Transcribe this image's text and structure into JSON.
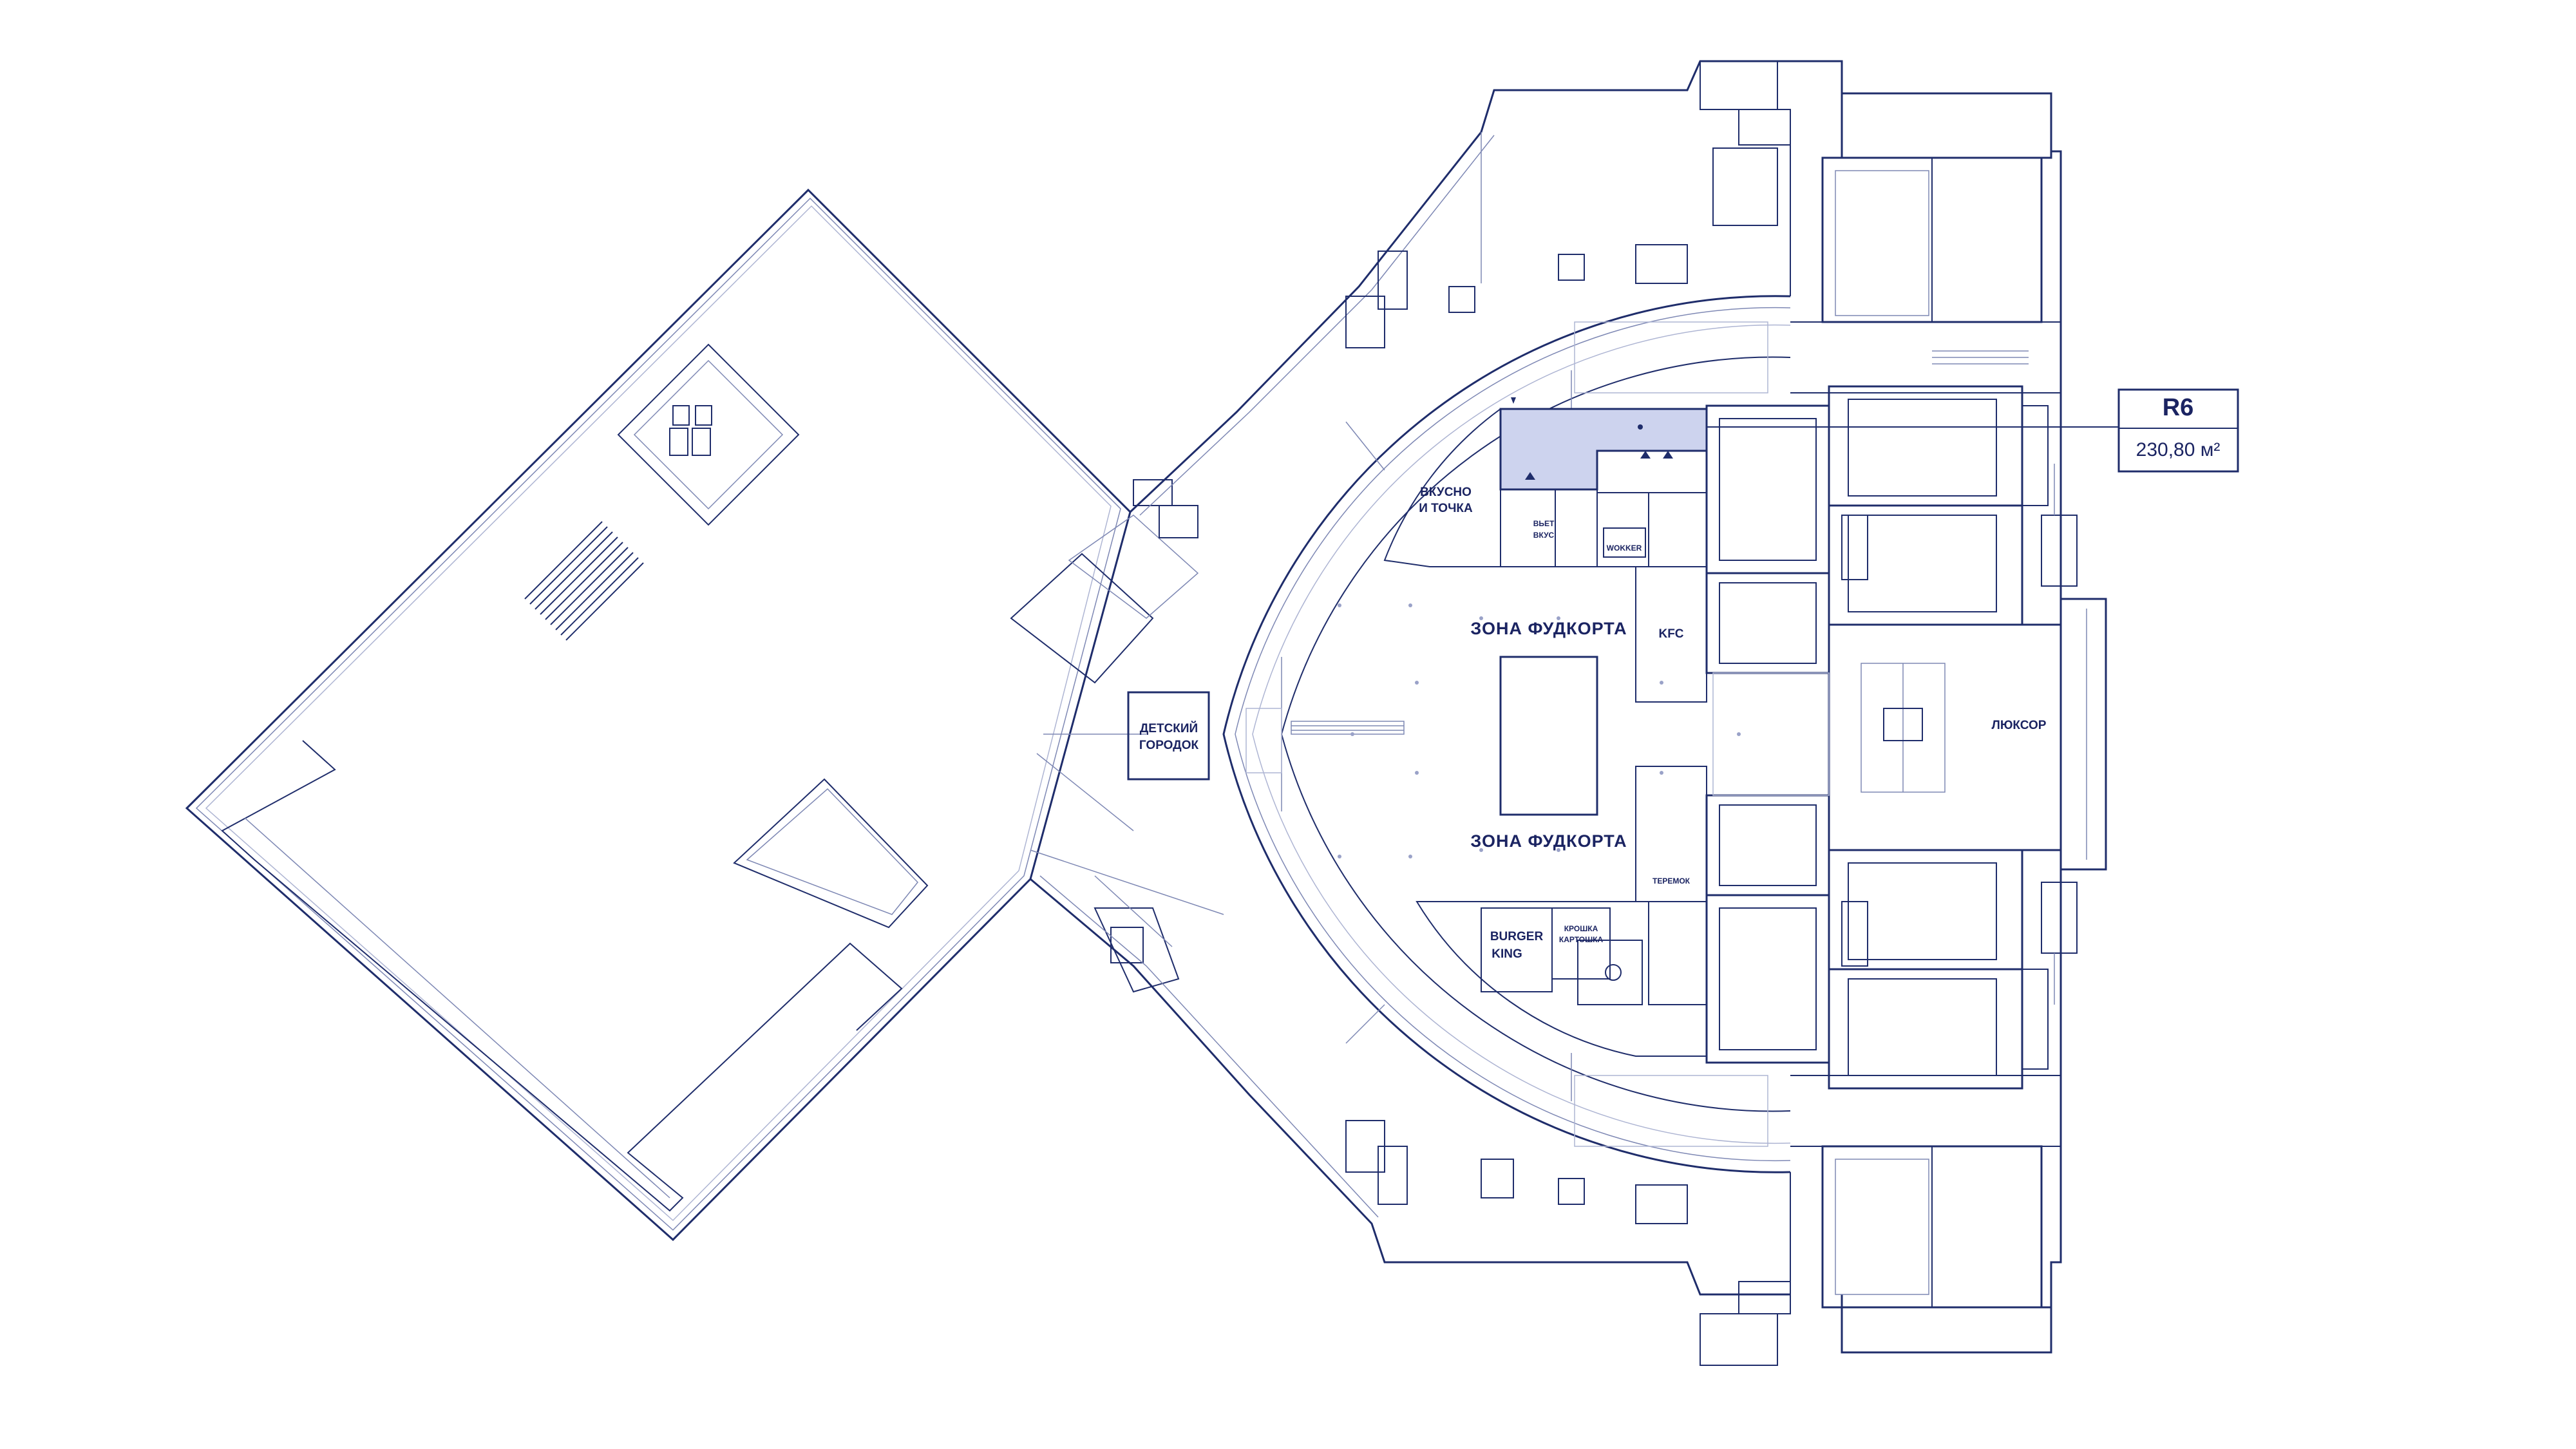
{
  "zones": {
    "foodcourt_north": "ЗОНА ФУДКОРТА",
    "foodcourt_south": "ЗОНА ФУДКОРТА"
  },
  "tenants": {
    "vkusno_line1": "ВКУСНО",
    "vkusno_line2": "И ТОЧКА",
    "vyet_line1": "ВЬЕТ",
    "vyet_line2": "ВКУС",
    "wokker": "WOKKER",
    "kfc": "KFC",
    "detsky_line1": "ДЕТСКИЙ",
    "detsky_line2": "ГОРОДОК",
    "teremok": "ТЕРЕМОК",
    "burger_line1": "BURGER",
    "burger_line2": "KING",
    "kroshka_line1": "КРОШКА",
    "kroshka_line2": "КАРТОШКА",
    "luxor": "ЛЮКСОР"
  },
  "selected_unit": {
    "id": "R6",
    "area": "230,80 м²"
  },
  "colors": {
    "line": "#1f2d6b",
    "highlight": "#cdd3ee",
    "text": "#1b2462"
  }
}
